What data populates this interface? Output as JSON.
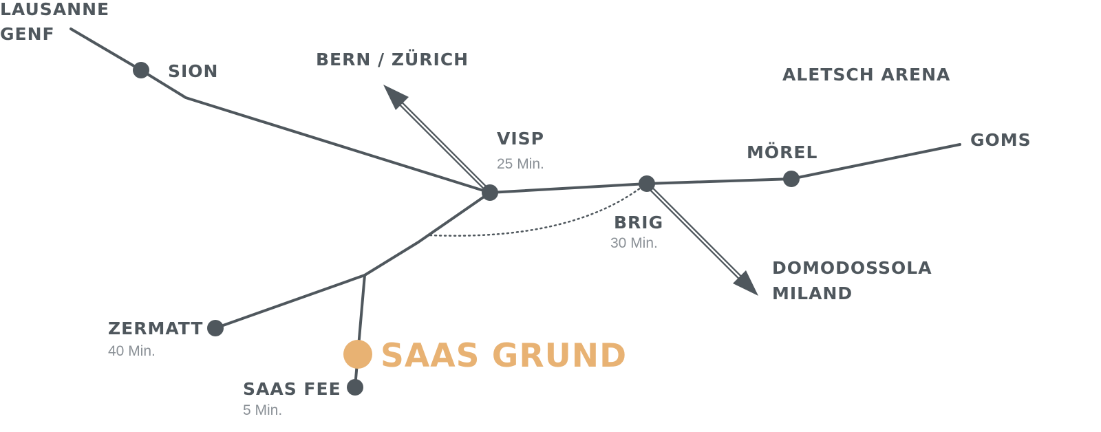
{
  "colors": {
    "line": "#4f575d",
    "highlight": "#e8b273",
    "minutes": "#8a9096"
  },
  "highlight": {
    "name": "SAAS GRUND"
  },
  "places": {
    "lausanne": "LAUSANNE",
    "genf": "GENF",
    "sion": "SION",
    "bern_zurich": "BERN / ZÜRICH",
    "aletsch": "ALETSCH ARENA",
    "visp": {
      "name": "VISP",
      "time": "25 Min."
    },
    "moerel": "MÖREL",
    "goms": "GOMS",
    "brig": {
      "name": "BRIG",
      "time": "30 Min."
    },
    "domodossola": "DOMODOSSOLA",
    "miland": "MILAND",
    "zermatt": {
      "name": "ZERMATT",
      "time": "40 Min."
    },
    "saas_fee": {
      "name": "SAAS FEE",
      "time": "5 Min."
    }
  }
}
